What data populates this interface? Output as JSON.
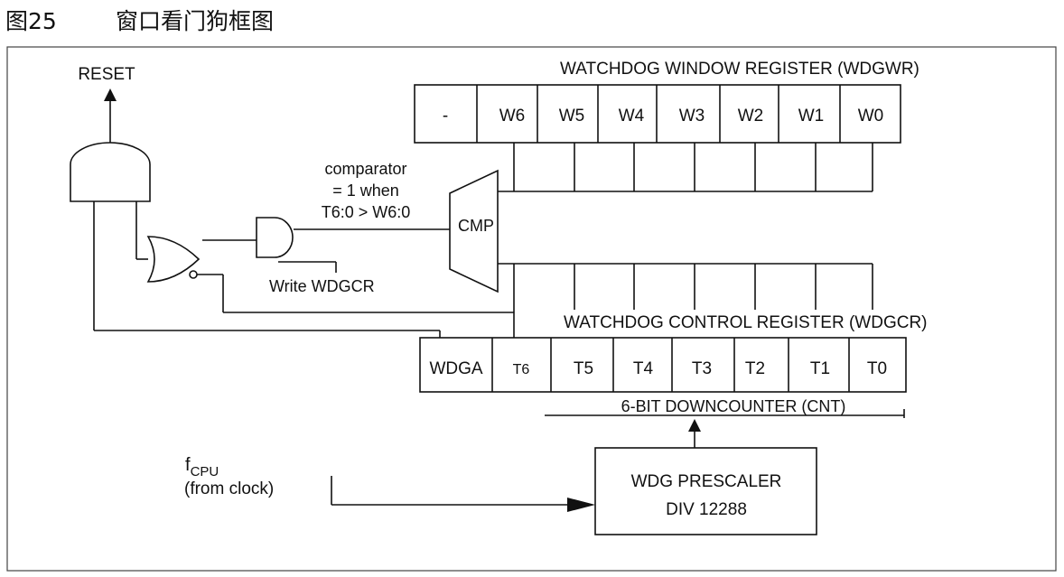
{
  "caption": {
    "figure_no": "图25",
    "title": "窗口看门狗框图"
  },
  "window_register": {
    "title": "WATCHDOG WINDOW REGISTER (WDGWR)",
    "bits": [
      "-",
      "W6",
      "W5",
      "W4",
      "W3",
      "W2",
      "W1",
      "W0"
    ]
  },
  "control_register": {
    "title": "WATCHDOG CONTROL REGISTER (WDGCR)",
    "bits": [
      "WDGA",
      "T6",
      "T5",
      "T4",
      "T3",
      "T2",
      "T1",
      "T0"
    ],
    "downcounter": "6-BIT DOWNCOUNTER (CNT)"
  },
  "comparator": {
    "label": "CMP",
    "note_line1": "comparator",
    "note_line2": "= 1 when",
    "note_line3": "T6:0 > W6:0"
  },
  "reset_label": "RESET",
  "write_label": "Write WDGCR",
  "clock": {
    "f": "f",
    "sub": "CPU",
    "source": "(from clock)"
  },
  "prescaler": {
    "line1": "WDG PRESCALER",
    "line2": "DIV 12288"
  }
}
